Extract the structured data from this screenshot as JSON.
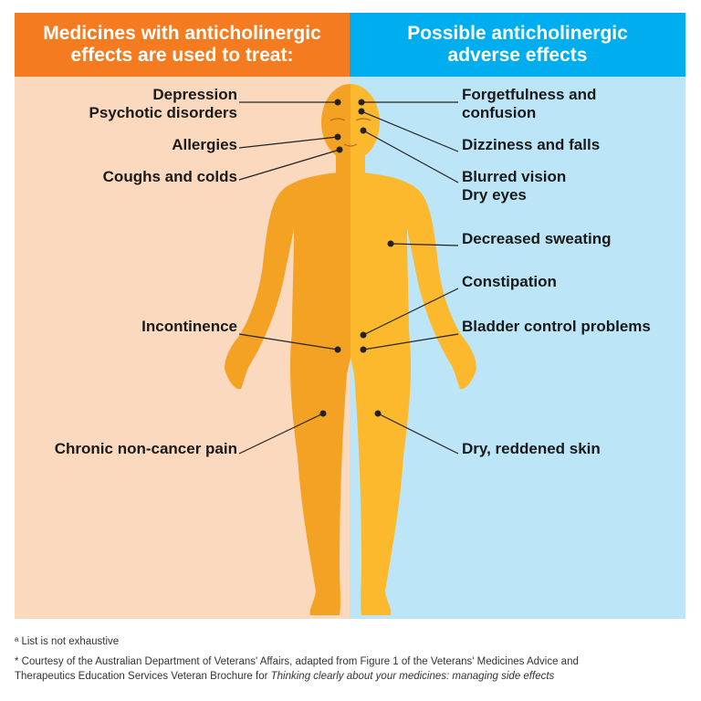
{
  "colors": {
    "left_header": "#F47B20",
    "left_background": "#FBD9BE",
    "right_header": "#00AEEF",
    "right_background": "#BDE5F8",
    "body_left": "#F4A223",
    "body_right": "#FDB92D",
    "leader_line": "#222222"
  },
  "left_panel": {
    "title_line1": "Medicines with anticholinergic",
    "title_line2": "effects are used to treat:",
    "items": [
      {
        "line1": "Depression",
        "line2": "Psychotic disorders"
      },
      {
        "line1": "Allergies"
      },
      {
        "line1": "Coughs and colds"
      },
      {
        "line1": "Incontinence"
      },
      {
        "line1": "Chronic non-cancer pain"
      }
    ]
  },
  "right_panel": {
    "title_line1": "Possible anticholinergic",
    "title_line2": "adverse effects",
    "items": [
      {
        "line1": "Forgetfulness and",
        "line2": "confusion"
      },
      {
        "line1": "Dizziness and falls"
      },
      {
        "line1": "Blurred vision",
        "line2": "Dry eyes"
      },
      {
        "line1": "Decreased sweating"
      },
      {
        "line1": "Constipation"
      },
      {
        "line1": "Bladder control problems"
      },
      {
        "line1": "Dry, reddened skin"
      }
    ]
  },
  "footnotes": {
    "note_a": "ª List is not exhaustive",
    "note_b_prefix": "* Courtesy of the Australian Department of Veterans' Affairs, adapted from Figure 1 of the Veterans' Medicines Advice and",
    "note_b_middle": "Therapeutics Education Services Veteran Brochure for ",
    "note_b_italic": "Thinking clearly about your medicines: managing side effects"
  }
}
